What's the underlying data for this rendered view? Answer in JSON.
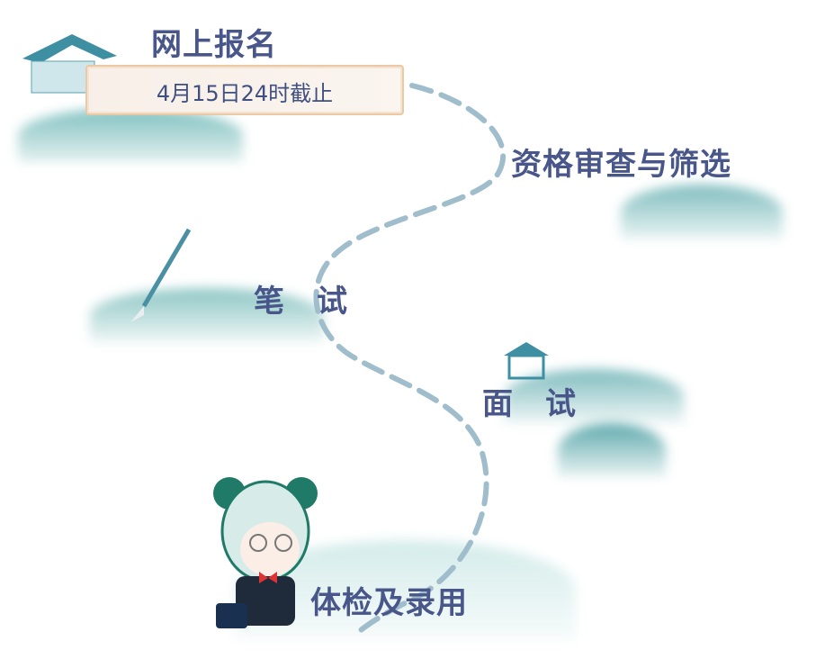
{
  "steps": [
    {
      "label": "网上报名",
      "note": "4月15日24时截止"
    },
    {
      "label": "资格审查与筛选"
    },
    {
      "label": "笔　试"
    },
    {
      "label": "面　试"
    },
    {
      "label": "体检及录用"
    }
  ],
  "colors": {
    "text": "#48568a",
    "path": "#9fbdcb",
    "mountain": "#6bb4b8"
  }
}
